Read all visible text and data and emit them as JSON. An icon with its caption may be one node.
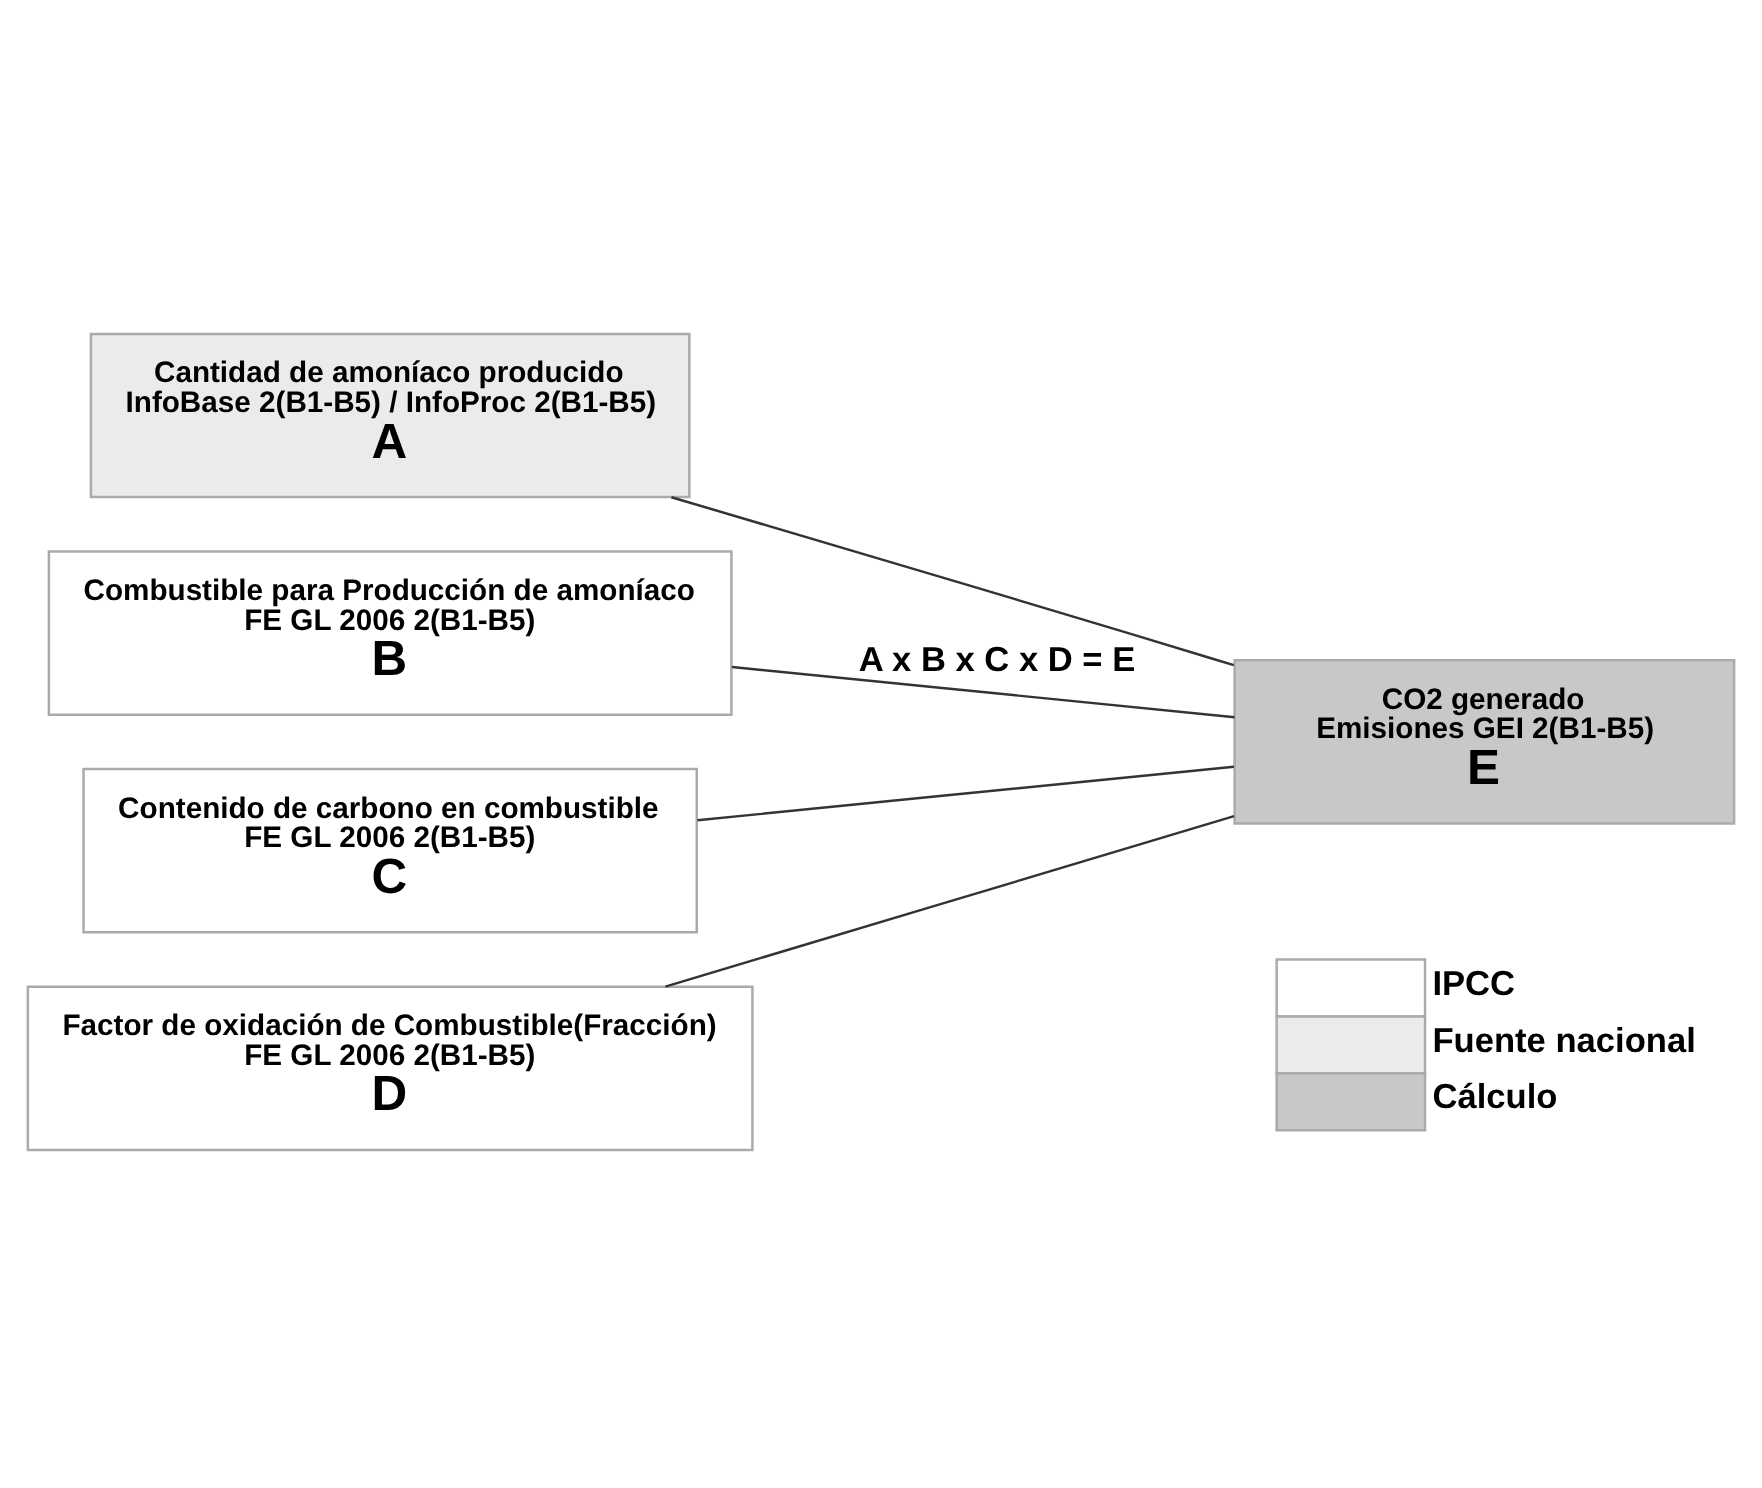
{
  "diagram": {
    "nodes": [
      {
        "text": [
          "Cantidad de amoníaco producido",
          "InfoBase 2(B1-B5) / InfoProc 2(B1-B5)",
          "A"
        ]
      },
      {
        "text": [
          "Combustible para Producción de amoníaco",
          "FE GL 2006 2(B1-B5)",
          "B"
        ]
      },
      {
        "text": [
          "Contenido de carbono en combustible",
          "FE GL 2006 2(B1-B5)",
          "C"
        ]
      },
      {
        "text": [
          "Factor de oxidación de Combustible(Fracción)",
          "FE GL 2006 2(B1-B5)",
          "D"
        ]
      },
      {
        "text": [
          "CO2 generado",
          "Emisiones GEI 2(B1-B5)",
          "E"
        ]
      }
    ],
    "edges": [
      {
        "from": 0,
        "to": 4,
        "arrow": "none"
      },
      {
        "from": 1,
        "to": 4,
        "arrow": "none",
        "label": "A x B x C x D = E"
      },
      {
        "from": 2,
        "to": 4,
        "arrow": "none"
      },
      {
        "from": 3,
        "to": 4,
        "arrow": "none"
      }
    ],
    "legend": [
      {
        "text": "IPCC",
        "color": "#ffffff"
      },
      {
        "text": "Fuente nacional",
        "color": "#ebebeb"
      },
      {
        "text": "Cálculo",
        "color": "#c8c8c8"
      }
    ]
  }
}
